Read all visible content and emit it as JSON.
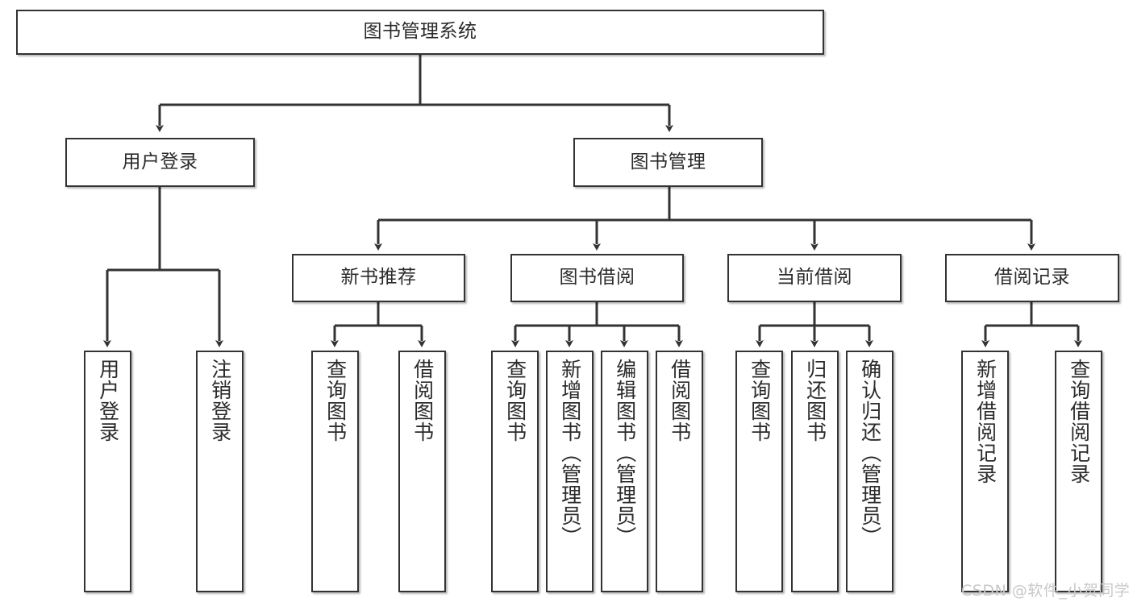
{
  "diagram": {
    "type": "tree-hierarchy-chart",
    "title": "图书管理系统",
    "stroke_color": "#333333",
    "text_color": "#2b2b2b",
    "background_color": "#ffffff",
    "levels": 4,
    "nodes": {
      "root": {
        "label": "图书管理系统"
      },
      "level2": [
        {
          "label": "用户登录"
        },
        {
          "label": "图书管理"
        }
      ],
      "level3": [
        {
          "label": "新书推荐"
        },
        {
          "label": "图书借阅"
        },
        {
          "label": "当前借阅"
        },
        {
          "label": "借阅记录"
        }
      ],
      "leaves": {
        "user_login": [
          {
            "label": "用户登录"
          },
          {
            "label": "注销登录"
          }
        ],
        "new_book_recommend": [
          {
            "label": "查询图书"
          },
          {
            "label": "借阅图书"
          }
        ],
        "book_borrow": [
          {
            "label": "查询图书"
          },
          {
            "label": "新增图书（管理员）"
          },
          {
            "label": "编辑图书（管理员）"
          },
          {
            "label": "借阅图书"
          }
        ],
        "current_borrow": [
          {
            "label": "查询图书"
          },
          {
            "label": "归还图书"
          },
          {
            "label": "确认归还（管理员）"
          }
        ],
        "borrow_records": [
          {
            "label": "新增借阅记录"
          },
          {
            "label": "查询借阅记录"
          }
        ]
      }
    }
  },
  "watermark": {
    "text": "CSDN @软件_小贺同学",
    "color": "#c9c9c9"
  }
}
